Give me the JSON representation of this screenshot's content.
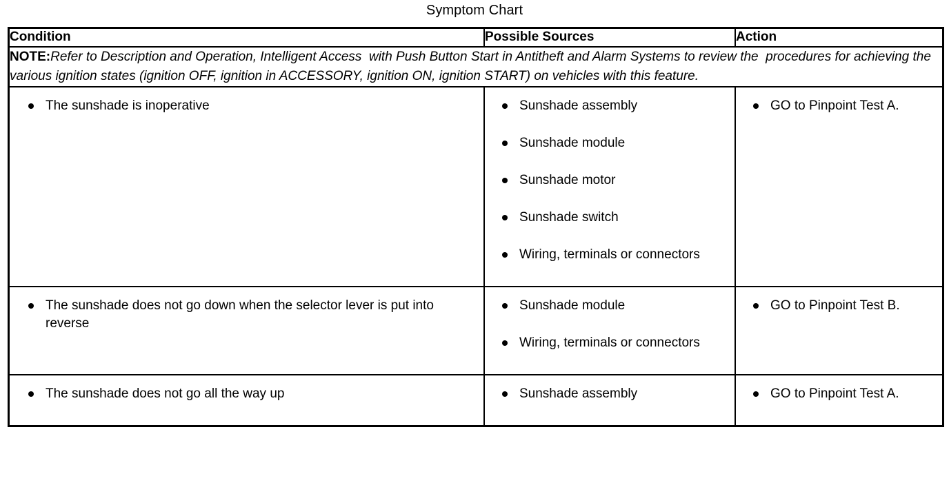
{
  "title": "Symptom Chart",
  "table": {
    "headers": {
      "condition": "Condition",
      "sources": "Possible Sources",
      "action": "Action"
    },
    "note": {
      "label": "NOTE:",
      "text": "Refer to Description and Operation, Intelligent Access  with Push Button Start in Antitheft and Alarm Systems to review the  procedures for achieving the various ignition states (ignition OFF, ignition in ACCESSORY, ignition ON, ignition START) on vehicles with this feature."
    },
    "rows": [
      {
        "condition": [
          "The sunshade is inoperative"
        ],
        "sources": [
          "Sunshade assembly",
          "Sunshade module",
          "Sunshade motor",
          "Sunshade switch",
          "Wiring, terminals or connectors"
        ],
        "action": [
          "GO to Pinpoint Test A."
        ]
      },
      {
        "condition": [
          "The sunshade does not go down when the selector lever is put into reverse"
        ],
        "sources": [
          "Sunshade module",
          "Wiring, terminals or connectors"
        ],
        "action": [
          "GO to Pinpoint Test B."
        ]
      },
      {
        "condition": [
          "The sunshade does not go all the way up"
        ],
        "sources": [
          "Sunshade assembly"
        ],
        "action": [
          "GO to Pinpoint Test A."
        ]
      }
    ]
  },
  "colors": {
    "text": "#000000",
    "background": "#ffffff",
    "border": "#000000"
  }
}
